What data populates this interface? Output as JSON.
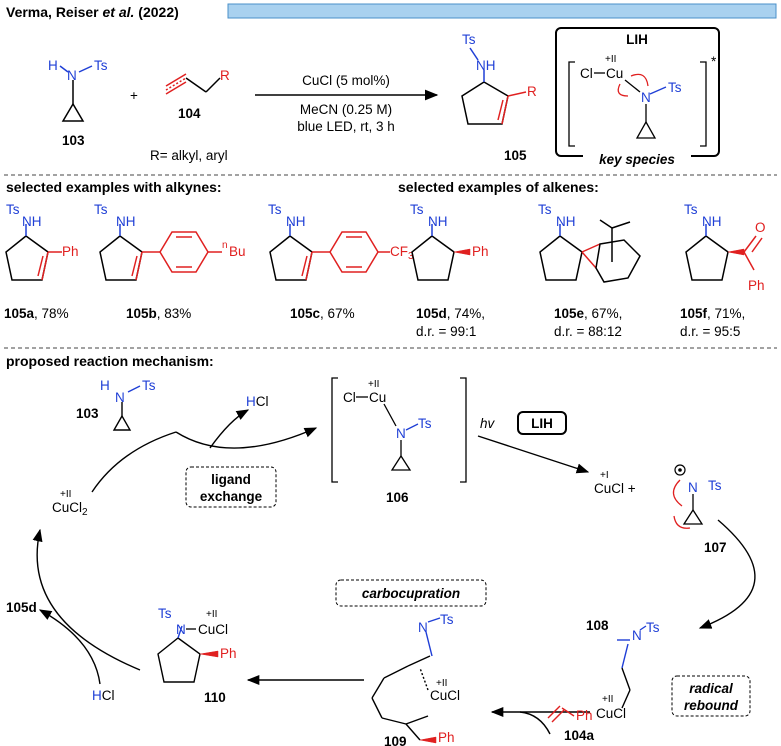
{
  "header": {
    "authors": "Verma, Reiser ",
    "etal": "et al.",
    "year": " (2022)"
  },
  "colors": {
    "blue": "#1f3fd6",
    "red": "#e02020",
    "bar": "#a9d1ef"
  },
  "reaction": {
    "cmp103": "103",
    "plus": "+",
    "cmp104": "104",
    "r_note": "R= alkyl, aryl",
    "cond1": "CuCl (5 mol%)",
    "cond2": "MeCN (0.25 M)",
    "cond3": "blue LED, rt, 3 h",
    "cmp105": "105"
  },
  "lih": {
    "title": "LIH",
    "ox": "+II",
    "cl": "Cl",
    "cu": "Cu",
    "n": "N",
    "ts": "Ts",
    "star": "*",
    "key": "key species"
  },
  "atoms": {
    "H": "H",
    "N": "N",
    "Ts": "Ts",
    "NH": "NH",
    "R": "R",
    "Ph": "Ph",
    "O": "O",
    "Bu": "Bu",
    "n": "n",
    "CF3": "CF",
    "three": "3",
    "HCl": "HCl",
    "Cl": "Cl"
  },
  "sections": {
    "alkynes": "selected examples with alkynes:",
    "alkenes": "selected examples of alkenes:",
    "mechanism": "proposed reaction mechanism:"
  },
  "examples": [
    {
      "id": "105a",
      "yield": ", 78%",
      "dr": ""
    },
    {
      "id": "105b",
      "yield": ", 83%",
      "dr": ""
    },
    {
      "id": "105c",
      "yield": ", 67%",
      "dr": ""
    },
    {
      "id": "105d",
      "yield": ", 74%,",
      "dr": "d.r. = 99:1"
    },
    {
      "id": "105e",
      "yield": ", 67%,",
      "dr": "d.r. = 88:12"
    },
    {
      "id": "105f",
      "yield": ", 71%,",
      "dr": "d.r. = 95:5"
    }
  ],
  "mech": {
    "c103": "103",
    "hcl": "HCl",
    "ligand1": "ligand",
    "ligand2": "exchange",
    "cucl2_ox": "+II",
    "cucl2_a": "CuCl",
    "cucl2_b": "2",
    "c106": "106",
    "hv": "hv",
    "lih": "LIH",
    "cucl_ox": "+I",
    "cucl": "CuCl +",
    "c107": "107",
    "c108": "108",
    "radical1": "radical",
    "radical2": "rebound",
    "cu_ox": "+II",
    "cucl_b": "CuCl",
    "carbocup": "carbocupration",
    "c109": "109",
    "c104a": "104a",
    "c110": "110",
    "c105d": "105d",
    "ncucl": "N–CuCl",
    "hcl2_h": "H",
    "hcl2_cl": "Cl"
  }
}
